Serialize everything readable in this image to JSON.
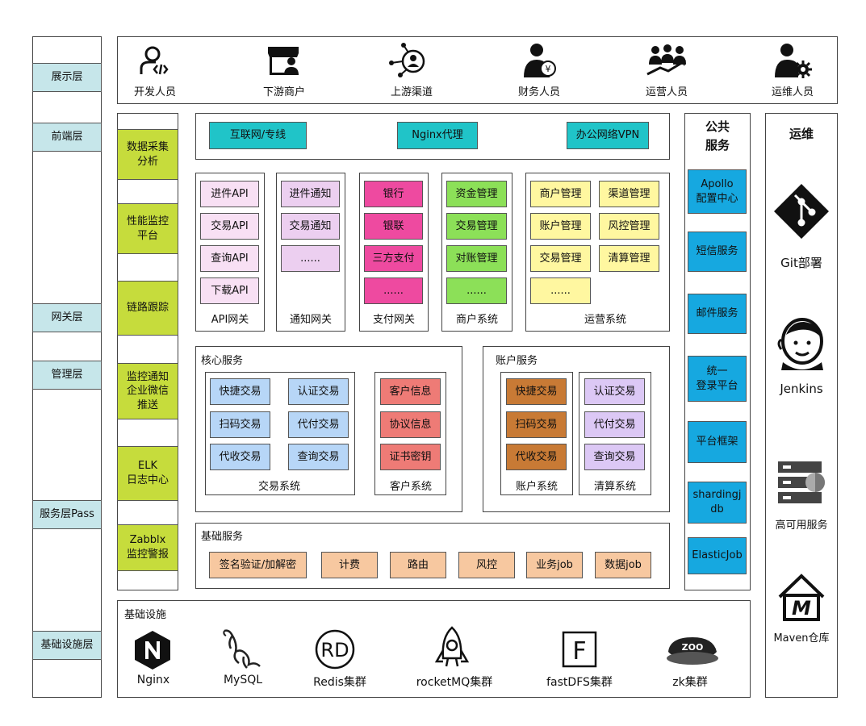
{
  "layers": [
    "展示层",
    "前端层",
    "网关层",
    "管理层",
    "服务层Pass",
    "基础设施层"
  ],
  "personas": [
    "开发人员",
    "下游商户",
    "上游渠道",
    "财务人员",
    "运营人员",
    "运维人员"
  ],
  "monitoring": [
    "数据采集\n分析",
    "性能监控\n平台",
    "链路跟踪",
    "监控通知\n企业微信\n推送",
    "ELK\n日志中心",
    "Zabblx\n监控警报"
  ],
  "frontend": [
    "互联网/专线",
    "Nginx代理",
    "办公网络VPN"
  ],
  "gateways": {
    "api": {
      "items": [
        "进件API",
        "交易API",
        "查询API",
        "下载API"
      ],
      "label": "API网关"
    },
    "notify": {
      "items": [
        "进件通知",
        "交易通知",
        "......"
      ],
      "label": "通知网关"
    },
    "pay": {
      "items": [
        "银行",
        "银联",
        "三方支付",
        "......"
      ],
      "label": "支付网关"
    },
    "merchant": {
      "items": [
        "资金管理",
        "交易管理",
        "对账管理",
        "......"
      ],
      "label": "商户系统"
    },
    "ops": {
      "items": [
        "商户管理",
        "渠道管理",
        "账户管理",
        "风控管理",
        "交易管理",
        "清算管理",
        "......"
      ],
      "label": "运营系统"
    }
  },
  "core": {
    "title": "核心服务",
    "trade": {
      "items": [
        "快捷交易",
        "认证交易",
        "扫码交易",
        "代付交易",
        "代收交易",
        "查询交易"
      ],
      "label": "交易系统"
    },
    "customer": {
      "items": [
        "客户信息",
        "协议信息",
        "证书密钥"
      ],
      "label": "客户系统"
    }
  },
  "account": {
    "title": "账户服务",
    "acct": {
      "items": [
        "快捷交易",
        "扫码交易",
        "代收交易"
      ],
      "label": "账户系统"
    },
    "clear": {
      "items": [
        "认证交易",
        "代付交易",
        "查询交易"
      ],
      "label": "清算系统"
    }
  },
  "basic": {
    "title": "基础服务",
    "items": [
      "签名验证/加解密",
      "计费",
      "路由",
      "风控",
      "业务job",
      "数据job"
    ]
  },
  "public": {
    "title": "公共\n服务",
    "items": [
      "Apollo\n配置中心",
      "短信服务",
      "邮件服务",
      "统一\n登录平台",
      "平台框架",
      "shardingj\ndb",
      "ElasticJob"
    ]
  },
  "devops": {
    "title": "运维",
    "items": [
      "Git部署",
      "Jenkins",
      "高可用服务",
      "Maven仓库"
    ]
  },
  "infra": {
    "title": "基础设施",
    "items": [
      "Nginx",
      "MySQL",
      "Redis集群",
      "rocketMQ集群",
      "fastDFS集群",
      "zk集群"
    ]
  },
  "colors": {
    "layer": "#c6e6ea",
    "monitor": "#c6dc3c",
    "frontend": "#20c4c8",
    "public": "#16a8e0"
  }
}
